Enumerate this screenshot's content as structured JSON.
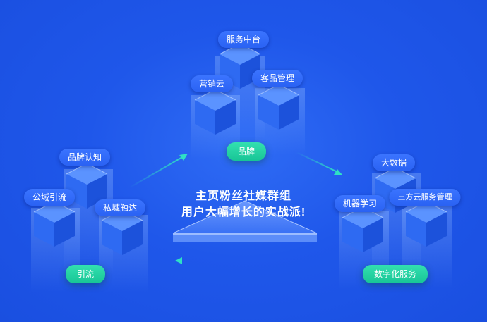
{
  "center": {
    "headline_line1": "主页粉丝社媒群组",
    "headline_line2": "用户大幅增长的实战派!"
  },
  "groups": {
    "brand": {
      "label": "品牌",
      "items": [
        "服务中台",
        "营销云",
        "客品管理"
      ]
    },
    "traffic": {
      "label": "引流",
      "items": [
        "品牌认知",
        "公域引流",
        "私域触达"
      ]
    },
    "digital": {
      "label": "数字化服务",
      "items": [
        "大数据",
        "机器学习",
        "三方云服务管理"
      ]
    }
  },
  "colors": {
    "background": "#1f57ea",
    "pill": "#2f6af7",
    "pill_green": "#22d3a3",
    "cube_top": "#5b93ff",
    "cube_left": "#2e6af2",
    "cube_right": "#1c52db",
    "arrow": "#2fe0c4"
  }
}
